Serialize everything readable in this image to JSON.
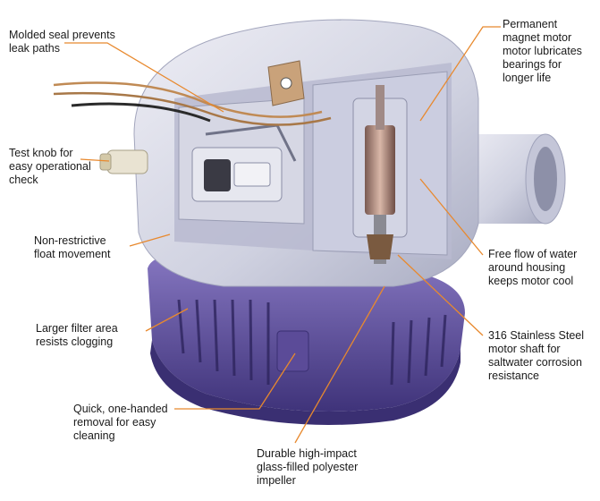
{
  "callouts": {
    "molded_seal": "Molded seal prevents\nleak paths",
    "test_knob": "Test knob for\neasy operational\ncheck",
    "non_restrictive": "Non-restrictive\nfloat movement",
    "larger_filter": "Larger filter area\nresists clogging",
    "quick_removal": "Quick, one-handed\nremoval for easy\ncleaning",
    "impeller": "Durable high-impact\nglass-filled polyester\nimpeller",
    "permanent_magnet": "Permanent\nmagnet motor\nmotor lubricates\nbearings for\nlonger life",
    "free_flow": "Free flow of water\naround housing\nkeeps motor cool",
    "stainless_shaft": "316 Stainless Steel\nmotor shaft for\nsaltwater corrosion\nresistance"
  },
  "colors": {
    "leader": "#e8892e",
    "housing": "#dcdde8",
    "housing_shadow": "#b9bccf",
    "base": "#6b5aa6",
    "base_dark": "#4a3d84",
    "metal": "#c9a27a"
  }
}
